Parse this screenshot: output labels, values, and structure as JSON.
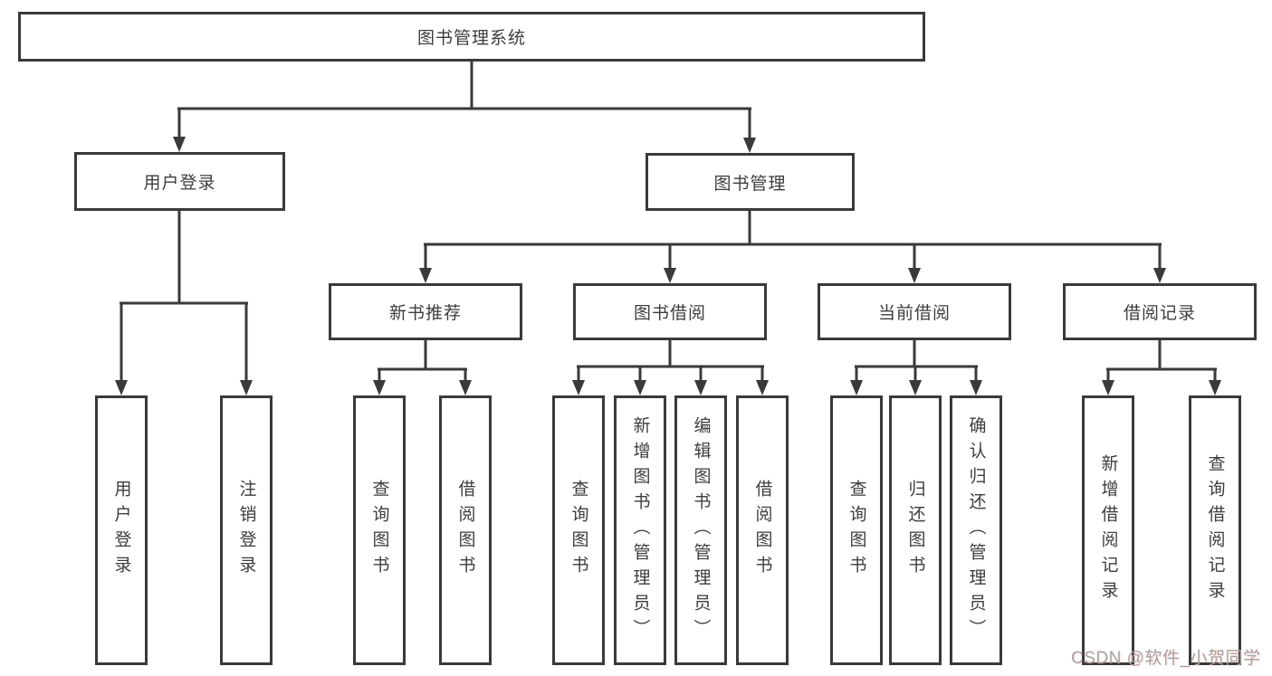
{
  "colors": {
    "line": "#3a3a3a",
    "text": "#3d3d3d",
    "box_fill": "#ffffff",
    "background": "#ffffff",
    "watermark": "#a8a4a4"
  },
  "watermark": "CSDN @软件_小贺同学",
  "tree": {
    "root": "图书管理系统",
    "login": {
      "label": "用户登录",
      "children": [
        "用户登录",
        "注销登录"
      ]
    },
    "manage": {
      "label": "图书管理",
      "sections": [
        {
          "label": "新书推荐",
          "children": [
            "查询图书",
            "借阅图书"
          ]
        },
        {
          "label": "图书借阅",
          "children": [
            "查询图书",
            "新增图书（管理员）",
            "编辑图书（管理员）",
            "借阅图书"
          ]
        },
        {
          "label": "当前借阅",
          "children": [
            "查询图书",
            "归还图书",
            "确认归还（管理员）"
          ]
        },
        {
          "label": "借阅记录",
          "children": [
            "新增借阅记录",
            "查询借阅记录"
          ]
        }
      ]
    }
  }
}
